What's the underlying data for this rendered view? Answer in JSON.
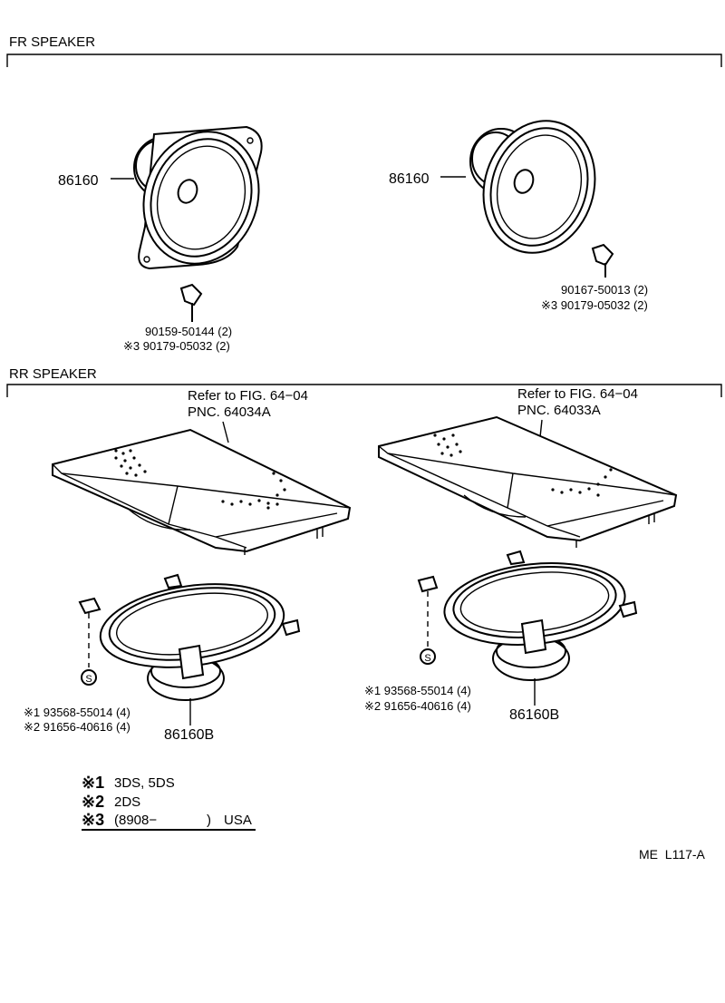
{
  "sections": {
    "front": "FR SPEAKER",
    "rear": "RR SPEAKER"
  },
  "front_left": {
    "part": "86160",
    "screw_1": "90159-50144 (2)",
    "screw_2": "※3 90179-05032 (2)"
  },
  "front_right": {
    "part": "86160",
    "screw_1": "90167-50013 (2)",
    "screw_2": "※3 90179-05032 (2)"
  },
  "rear_left": {
    "ref_1": "Refer to FIG. 64−04",
    "ref_2": "PNC. 64034A",
    "clip_symbol": "S",
    "clip_1": "※1 93568-55014 (4)",
    "clip_2": "※2 91656-40616 (4)",
    "part": "86160B"
  },
  "rear_right": {
    "ref_1": "Refer to FIG. 64−04",
    "ref_2": "PNC. 64033A",
    "clip_symbol": "S",
    "clip_1": "※1 93568-55014 (4)",
    "clip_2": "※2 91656-40616 (4)",
    "part": "86160B"
  },
  "notes": {
    "n1_mark": "※1",
    "n1_text": "3DS, 5DS",
    "n2_mark": "※2",
    "n2_text": "2DS",
    "n3_mark": "※3",
    "n3_text": "(8908−",
    "n3_close": ")",
    "n3_region": "USA"
  },
  "footer_code": "ME  L117-A"
}
